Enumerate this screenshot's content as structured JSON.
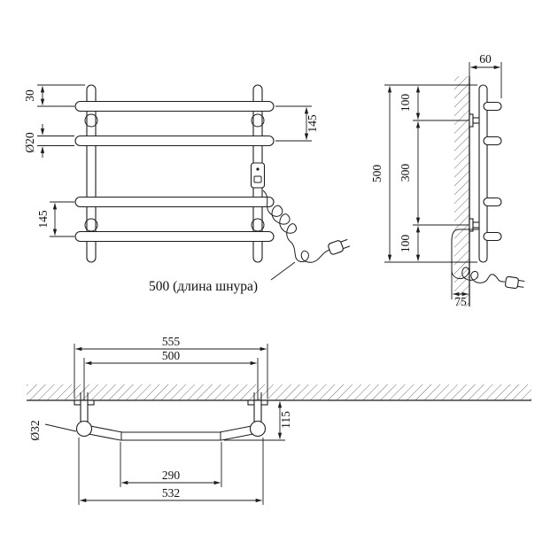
{
  "drawing": {
    "front": {
      "top_offset": "30",
      "tube_diameter": "Ø20",
      "left_bar_spacing": "145",
      "right_bar_spacing": "145",
      "cord_length_label": "500 (длина шнура)"
    },
    "side": {
      "wall_offset": "60",
      "upper_bracket_gap": "100",
      "bracket_span": "300",
      "lower_bracket_gap": "100",
      "overall_height": "500",
      "cord_wall_distance": "75"
    },
    "plan": {
      "bracket_outer_width": "555",
      "mounting_width": "500",
      "wall_clearance": "115",
      "post_diameter": "Ø32",
      "inner_flat_width": "290",
      "overall_width": "532"
    },
    "colors": {
      "line": "#1c1c1c",
      "background": "#ffffff"
    }
  }
}
